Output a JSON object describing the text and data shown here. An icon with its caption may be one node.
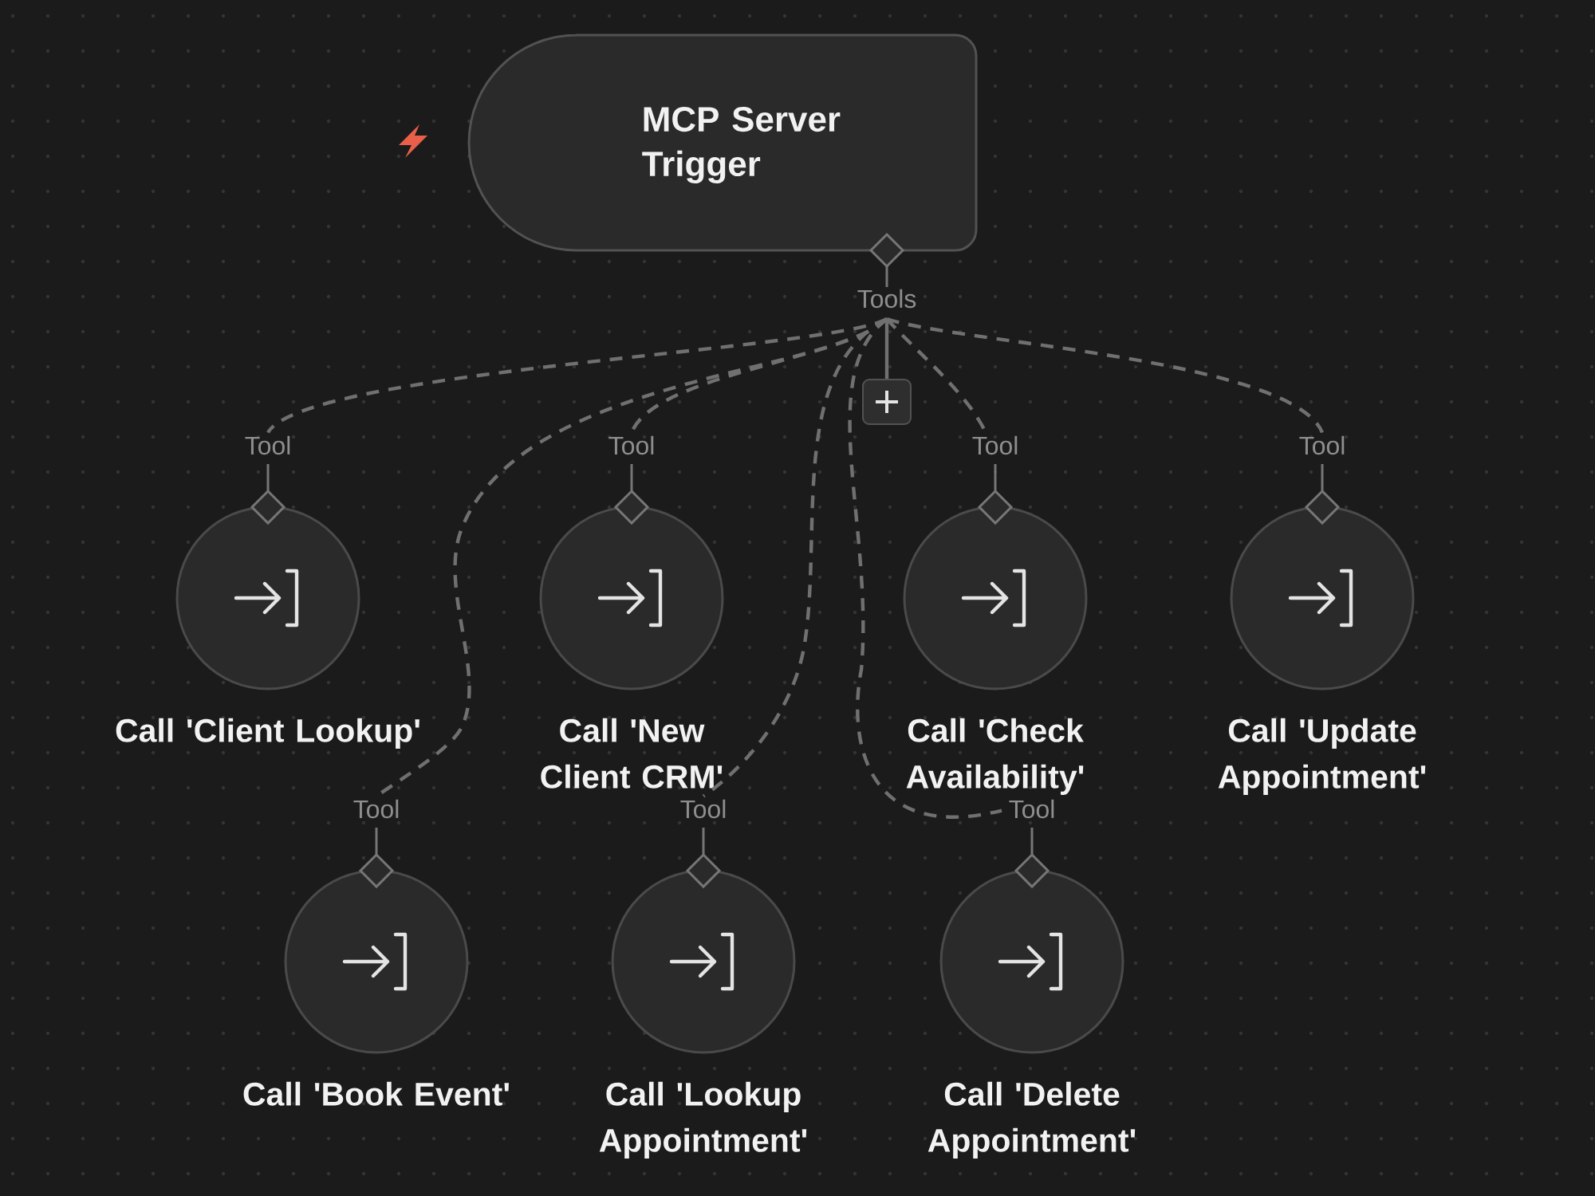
{
  "diagram": {
    "nodes": [
      {
        "text": [
          "MCP Server Trigger"
        ],
        "beside": [
          "Tools"
        ]
      },
      {
        "text": [],
        "shape": "box"
      },
      {
        "text": [
          "Call 'Client Lookup'"
        ],
        "beside": [
          "Tool"
        ]
      },
      {
        "text": [
          "Call 'New Client CRM'"
        ],
        "beside": [
          "Tool"
        ]
      },
      {
        "text": [
          "Call 'Check Availability'"
        ],
        "beside": [
          "Tool"
        ]
      },
      {
        "text": [
          "Call 'Update Appointment'"
        ],
        "beside": [
          "Tool"
        ]
      },
      {
        "text": [
          "Call 'Book Event'"
        ],
        "beside": [
          "Tool"
        ]
      },
      {
        "text": [
          "Call 'Lookup Appointment'"
        ],
        "beside": [
          "Tool"
        ]
      },
      {
        "text": [
          "Call 'Delete Appointment'"
        ],
        "beside": [
          "Tool"
        ]
      }
    ],
    "edges": [
      {
        "from": 0,
        "to": 1,
        "arrow": "none"
      },
      {
        "from": 0,
        "to": 2,
        "arrow": "none",
        "style": "dashed"
      },
      {
        "from": 0,
        "to": 3,
        "arrow": "none",
        "style": "dashed"
      },
      {
        "from": 0,
        "to": 4,
        "arrow": "none",
        "style": "dashed"
      },
      {
        "from": 0,
        "to": 5,
        "arrow": "none",
        "style": "dashed"
      },
      {
        "from": 0,
        "to": 6,
        "arrow": "none",
        "style": "dashed"
      },
      {
        "from": 0,
        "to": 7,
        "arrow": "none",
        "style": "dashed"
      },
      {
        "from": 0,
        "to": 8,
        "arrow": "none",
        "style": "dashed"
      }
    ]
  }
}
